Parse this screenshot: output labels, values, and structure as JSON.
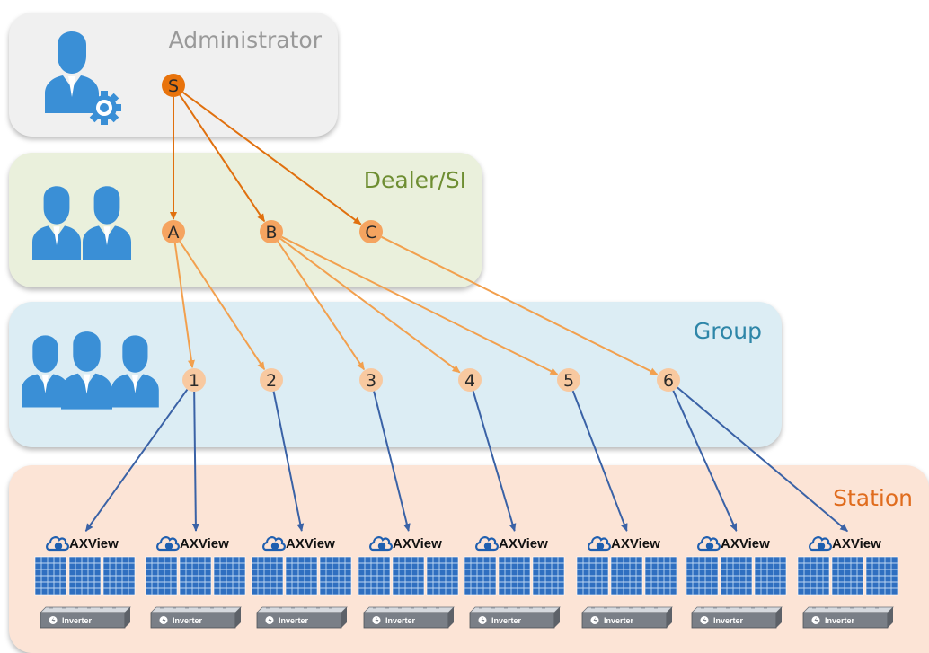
{
  "tiers": {
    "administrator": {
      "label": "Administrator",
      "color": "#999999",
      "bg": "#f0f0f0"
    },
    "dealer": {
      "label": "Dealer/SI",
      "color": "#6e8e32",
      "bg": "#eaf0dc"
    },
    "group": {
      "label": "Group",
      "color": "#2e86a8",
      "bg": "#dcedf4"
    },
    "station": {
      "label": "Station",
      "color": "#e06c1e",
      "bg": "#fce4d6"
    }
  },
  "nodes": {
    "S": "S",
    "A": "A",
    "B": "B",
    "C": "C",
    "g1": "1",
    "g2": "2",
    "g3": "3",
    "g4": "4",
    "g5": "5",
    "g6": "6"
  },
  "colors": {
    "admin_node": "#e8730c",
    "dealer_node": "#f5a460",
    "group_node": "#f8c9a0",
    "admin_arrow": "#e0700e",
    "dealer_arrow": "#f2a04e",
    "group_arrow": "#3a62a6",
    "person_icon": "#3a8fd6",
    "panel": "#2f6fc0",
    "inverter_body": "#7a7f87"
  },
  "icons": {
    "administrator": "admin-user-gear-icon",
    "dealer": "two-users-icon",
    "group": "three-users-icon",
    "cloud": "cloud-logo-icon",
    "panel": "solar-panel-icon",
    "inverter": "inverter-icon"
  },
  "stations": [
    {
      "brand": "AXView",
      "device": "Inverter"
    },
    {
      "brand": "AXView",
      "device": "Inverter"
    },
    {
      "brand": "AXView",
      "device": "Inverter"
    },
    {
      "brand": "AXView",
      "device": "Inverter"
    },
    {
      "brand": "AXView",
      "device": "Inverter"
    },
    {
      "brand": "AXView",
      "device": "Inverter"
    },
    {
      "brand": "AXView",
      "device": "Inverter"
    },
    {
      "brand": "AXView",
      "device": "Inverter"
    }
  ],
  "edges": {
    "admin": [
      [
        "S",
        "A"
      ],
      [
        "S",
        "B"
      ],
      [
        "S",
        "C"
      ]
    ],
    "dealer": [
      [
        "A",
        "g1"
      ],
      [
        "A",
        "g2"
      ],
      [
        "B",
        "g3"
      ],
      [
        "B",
        "g4"
      ],
      [
        "B",
        "g5"
      ],
      [
        "C",
        "g6"
      ]
    ],
    "group": [
      [
        "g1",
        0
      ],
      [
        "g1",
        1
      ],
      [
        "g2",
        2
      ],
      [
        "g3",
        3
      ],
      [
        "g4",
        4
      ],
      [
        "g5",
        5
      ],
      [
        "g6",
        6
      ],
      [
        "g6",
        7
      ]
    ]
  }
}
